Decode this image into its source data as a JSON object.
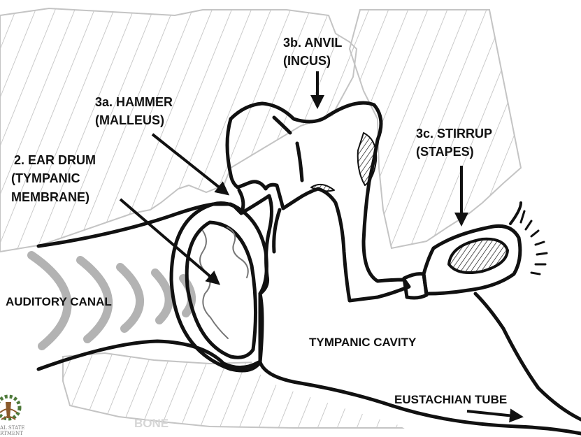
{
  "labels": {
    "anvil_line1": "3b. ANVIL",
    "anvil_line2": "(INCUS)",
    "hammer_line1": "3a. HAMMER",
    "hammer_line2": "(MALLEUS)",
    "stirrup_line1": "3c. STIRRUP",
    "stirrup_line2": "(STAPES)",
    "eardrum_line1": "2. EAR DRUM",
    "eardrum_line2": "(TYMPANIC",
    "eardrum_line3": "MEMBRANE)",
    "auditory_canal": "AUDITORY CANAL",
    "tympanic_cavity": "TYMPANIC CAVITY",
    "eustachian_tube": "EUSTACHIAN TUBE",
    "bone": "BONE"
  },
  "logo": {
    "line1": "AL STATE",
    "line2": "RTMENT"
  },
  "colors": {
    "outline": "#111111",
    "bone_hatch": "#bdbdbd",
    "bone_text": "#d6d6d6",
    "sound_waves": "#b3b3b3",
    "logo_green": "#4e7a3a",
    "logo_brown": "#8a5a2b"
  }
}
